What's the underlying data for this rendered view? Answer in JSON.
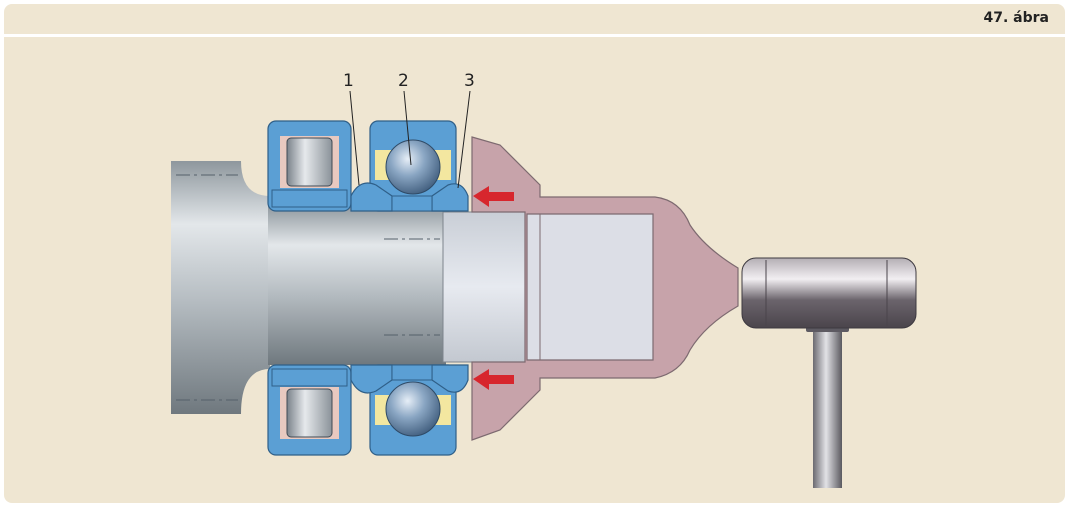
{
  "figure": {
    "label": "47. ábra"
  },
  "callouts": {
    "c1": "1",
    "c2": "2",
    "c3": "3"
  },
  "colors": {
    "background": "#efe6d2",
    "bearing_blue": "#5b9fd4",
    "shaft_grey": "#b9c0c4",
    "tool_mauve": "#c7a3aa",
    "arrow_red": "#d7262d",
    "cage_yellow": "#f3e7a0"
  }
}
